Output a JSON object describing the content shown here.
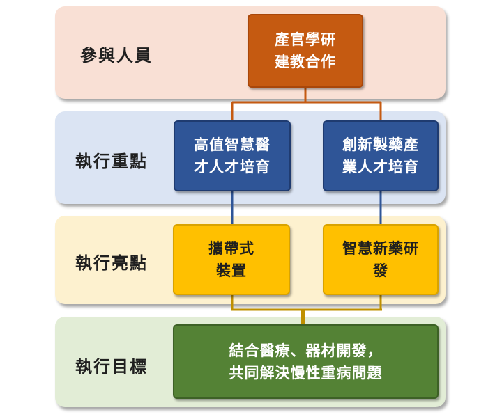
{
  "rows": [
    {
      "label": "參與人員",
      "fill": "#f9e0d5"
    },
    {
      "label": "執行重點",
      "fill": "#dbe4f3"
    },
    {
      "label": "執行亮點",
      "fill": "#fdf1cf"
    },
    {
      "label": "執行目標",
      "fill": "#e2edd6"
    }
  ],
  "boxes": {
    "participants": {
      "lines": [
        "產官學研",
        "建教合作"
      ],
      "fill": "#c55a11",
      "border": "#a9470a",
      "text_color": "#ffffff"
    },
    "focus_left": {
      "lines": [
        "高值智慧醫",
        "才人才培育"
      ],
      "fill": "#2f5597",
      "border": "#1f3b70",
      "text_color": "#ffffff"
    },
    "focus_right": {
      "lines": [
        "創新製藥產",
        "業人才培育"
      ],
      "fill": "#2f5597",
      "border": "#1f3b70",
      "text_color": "#ffffff"
    },
    "highlight_left": {
      "lines": [
        "攜帶式",
        "裝置"
      ],
      "fill": "#ffc000",
      "border": "#d9a300",
      "text_color": "#1f1f1f"
    },
    "highlight_right": {
      "lines": [
        "智慧新藥研",
        "發"
      ],
      "fill": "#ffc000",
      "border": "#d9a300",
      "text_color": "#1f1f1f"
    },
    "goal": {
      "lines": [
        "結合醫療、器材開發，",
        "共同解決慢性重病問題"
      ],
      "fill": "#548235",
      "border": "#3d6126",
      "text_color": "#ffffff"
    }
  },
  "connector_colors": {
    "orange": "#c55a11",
    "blue": "#2f5597",
    "gold": "#bf9000"
  }
}
